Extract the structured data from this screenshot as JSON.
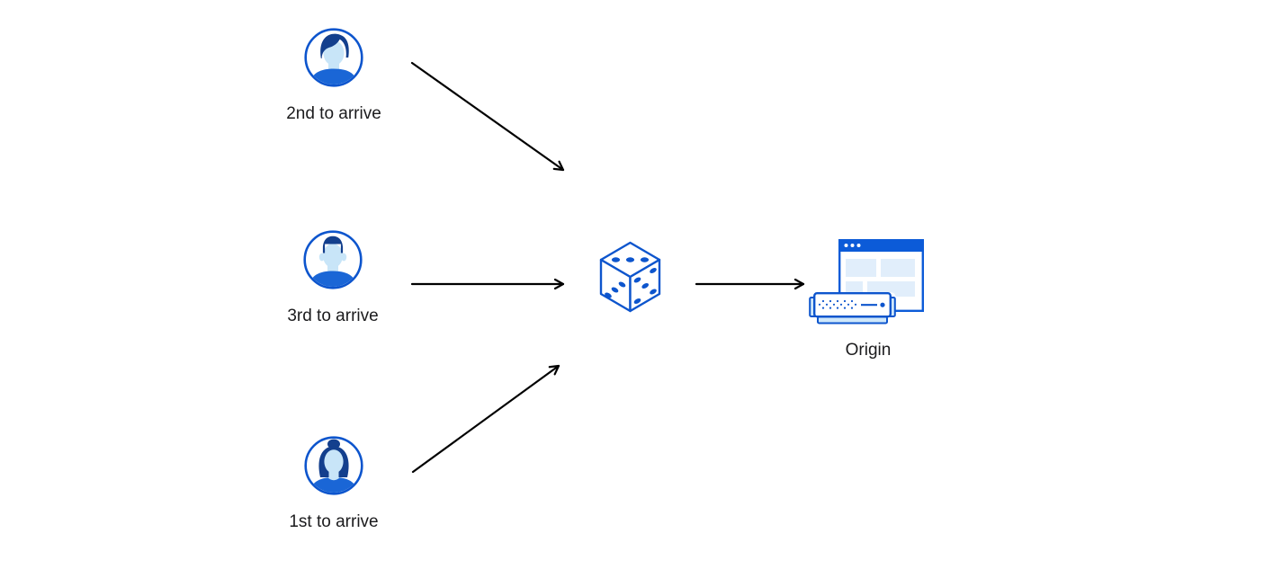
{
  "colors": {
    "background": "#ffffff",
    "primary_blue": "#0d55cd",
    "window_blue": "#0c5bd8",
    "shirt_blue": "#1a66d6",
    "hair_navy": "#133f8d",
    "skin_blue": "#c8e5f8",
    "panel_blue": "#e1eefb",
    "server_base_blue": "#cfe7fa",
    "arrow_black": "#000000",
    "text_color": "#1b1b1d"
  },
  "nodes": {
    "clients": [
      {
        "id": "client-top",
        "label": "2nd to arrive",
        "icon": "male-user-avatar-icon"
      },
      {
        "id": "client-middle",
        "label": "3rd to arrive",
        "icon": "male-user-avatar-icon"
      },
      {
        "id": "client-bottom",
        "label": "1st to arrive",
        "icon": "female-user-avatar-icon"
      }
    ],
    "randomizer": {
      "icon": "dice-icon"
    },
    "origin": {
      "label": "Origin",
      "icon": "origin-server-icon"
    }
  },
  "edges": [
    {
      "from": "client-top",
      "to": "randomizer"
    },
    {
      "from": "client-middle",
      "to": "randomizer"
    },
    {
      "from": "client-bottom",
      "to": "randomizer"
    },
    {
      "from": "randomizer",
      "to": "origin"
    }
  ]
}
